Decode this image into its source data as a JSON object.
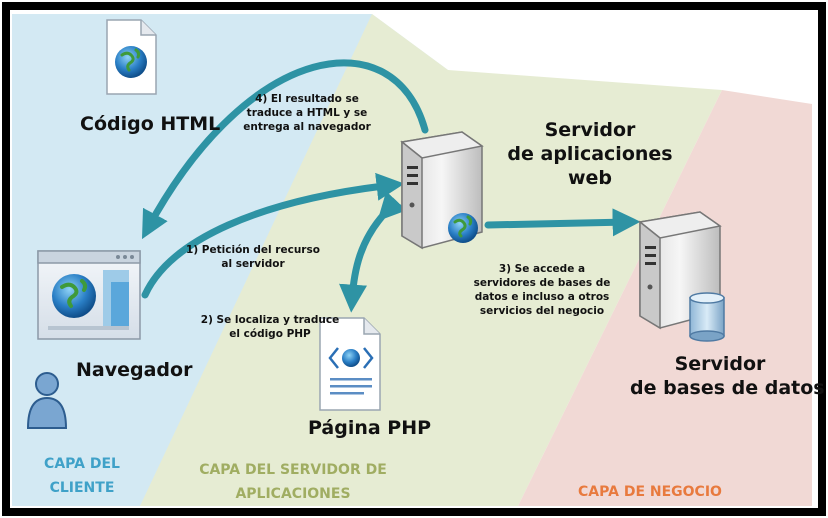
{
  "labels": {
    "codigo_html": "Código HTML",
    "navegador": "Navegador",
    "pagina_php": "Página PHP",
    "servidor_app_line1": "Servidor",
    "servidor_app_line2": "de aplicaciones",
    "servidor_app_line3": "web",
    "servidor_db_line1": "Servidor",
    "servidor_db_line2": "de bases de datos"
  },
  "steps": {
    "step4_line1": "4) El resultado se",
    "step4_line2": "traduce a HTML y se",
    "step4_line3": "entrega al navegador",
    "step1_line1": "1) Petición del recurso",
    "step1_line2": "al servidor",
    "step2_line1": "2) Se localiza y traduce",
    "step2_line2": "el código PHP",
    "step3_line1": "3) Se accede a",
    "step3_line2": "servidores de bases de",
    "step3_line3": "datos e incluso a otros",
    "step3_line4": "servicios del negocio"
  },
  "layers": {
    "cliente_line1": "CAPA DEL",
    "cliente_line2": "CLIENTE",
    "servidor_line1": "CAPA DEL SERVIDOR DE",
    "servidor_line2": "APLICACIONES",
    "negocio": "CAPA DE NEGOCIO"
  },
  "colors": {
    "client_layer": "#d3e9f3",
    "server_layer": "#e6ecd3",
    "business_layer": "#f1d9d5",
    "arrow": "#2e93a4",
    "cliente_text": "#3fa1c8",
    "servidor_text": "#a0ad62",
    "negocio_text": "#e87a3e"
  },
  "icons": [
    "document-globe-icon",
    "browser-window-icon",
    "user-icon",
    "server-icon",
    "database-icon",
    "php-document-icon",
    "globe-icon"
  ]
}
